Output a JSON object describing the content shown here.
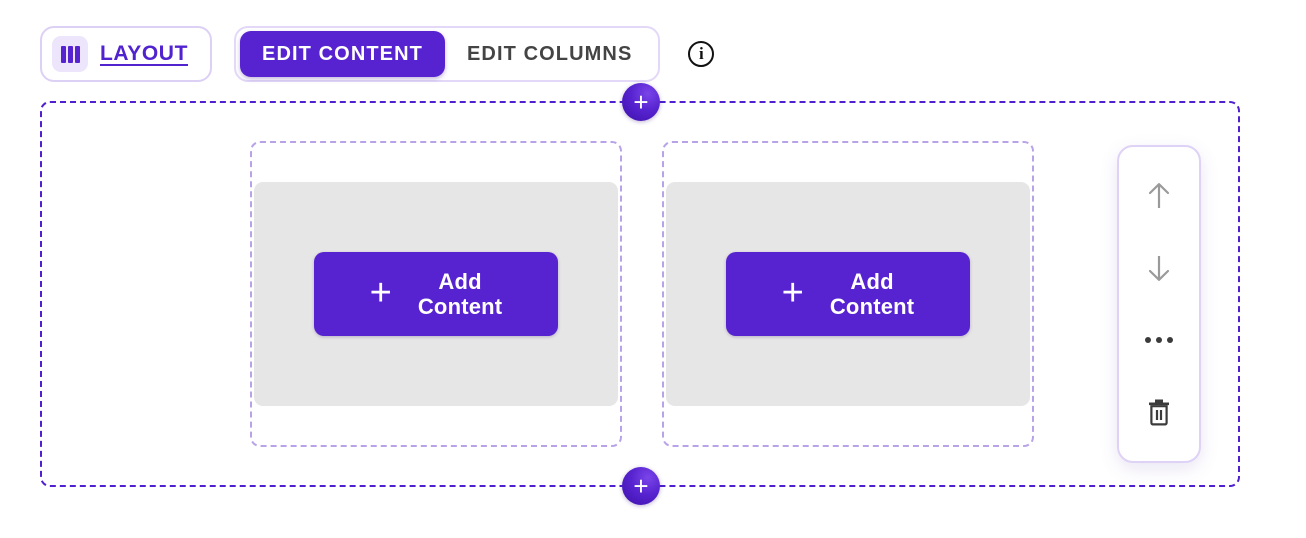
{
  "toolbar": {
    "layout_button": {
      "label": "LAYOUT",
      "icon": "layout-columns-icon",
      "bars": 3
    },
    "tabs": [
      {
        "label": "EDIT CONTENT",
        "active": true
      },
      {
        "label": "EDIT COLUMNS",
        "active": false
      }
    ],
    "info": {
      "icon": "info-icon",
      "glyph": "i"
    }
  },
  "row": {
    "add_above_button": {
      "label": "+",
      "icon": "plus-icon"
    },
    "add_below_button": {
      "label": "+",
      "icon": "plus-icon"
    },
    "columns": [
      {
        "add_content_button": {
          "plus": "+",
          "line1": "Add",
          "line2": "Content"
        }
      },
      {
        "add_content_button": {
          "plus": "+",
          "line1": "Add",
          "line2": "Content"
        }
      }
    ]
  },
  "tool_rail": {
    "buttons": [
      {
        "name": "move-up",
        "icon": "arrow-up-icon"
      },
      {
        "name": "move-down",
        "icon": "arrow-down-icon"
      },
      {
        "name": "more-options",
        "icon": "ellipsis-icon"
      },
      {
        "name": "delete",
        "icon": "trash-icon"
      }
    ]
  },
  "colors": {
    "accent": "#5723d0",
    "accent_link": "#5023cf",
    "dashed_outer": "#4f1fd0",
    "dashed_inner": "#b9a3e8",
    "placeholder_bg": "#e7e6e6",
    "rail_icon_light": "#9a9a9a",
    "rail_icon_dark": "#3b3b3b",
    "tab_inactive_text": "#444444",
    "page_bg": "#ffffff"
  }
}
